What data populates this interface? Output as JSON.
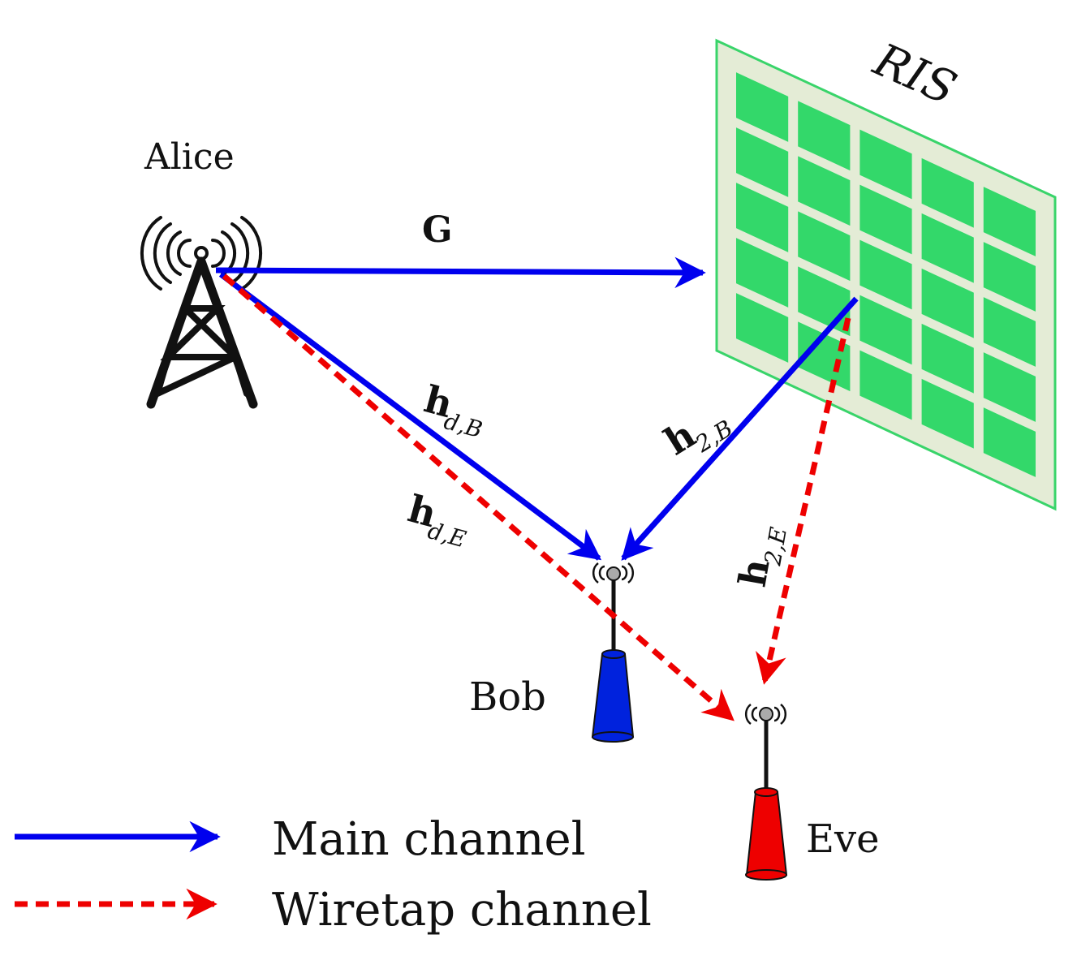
{
  "nodes": {
    "alice": "Alice",
    "ris": "RIS",
    "bob": "Bob",
    "eve": "Eve"
  },
  "channels": {
    "G": {
      "main": "G",
      "sub": ""
    },
    "h_dB": {
      "main": "h",
      "sub": "d,B"
    },
    "h_dE": {
      "main": "h",
      "sub": "d,E"
    },
    "h_2B": {
      "main": "h",
      "sub": "2,B"
    },
    "h_2E": {
      "main": "h",
      "sub": "2,E"
    }
  },
  "legend": {
    "main": "Main channel",
    "wiretap": "Wiretap channel"
  },
  "colors": {
    "main_channel": "#0000ee",
    "wiretap_channel": "#ee0000",
    "ris_tile": "#33d86a",
    "ris_frame": "#e4ecd6",
    "bob_body": "#0022dd",
    "eve_body": "#ee0000"
  }
}
